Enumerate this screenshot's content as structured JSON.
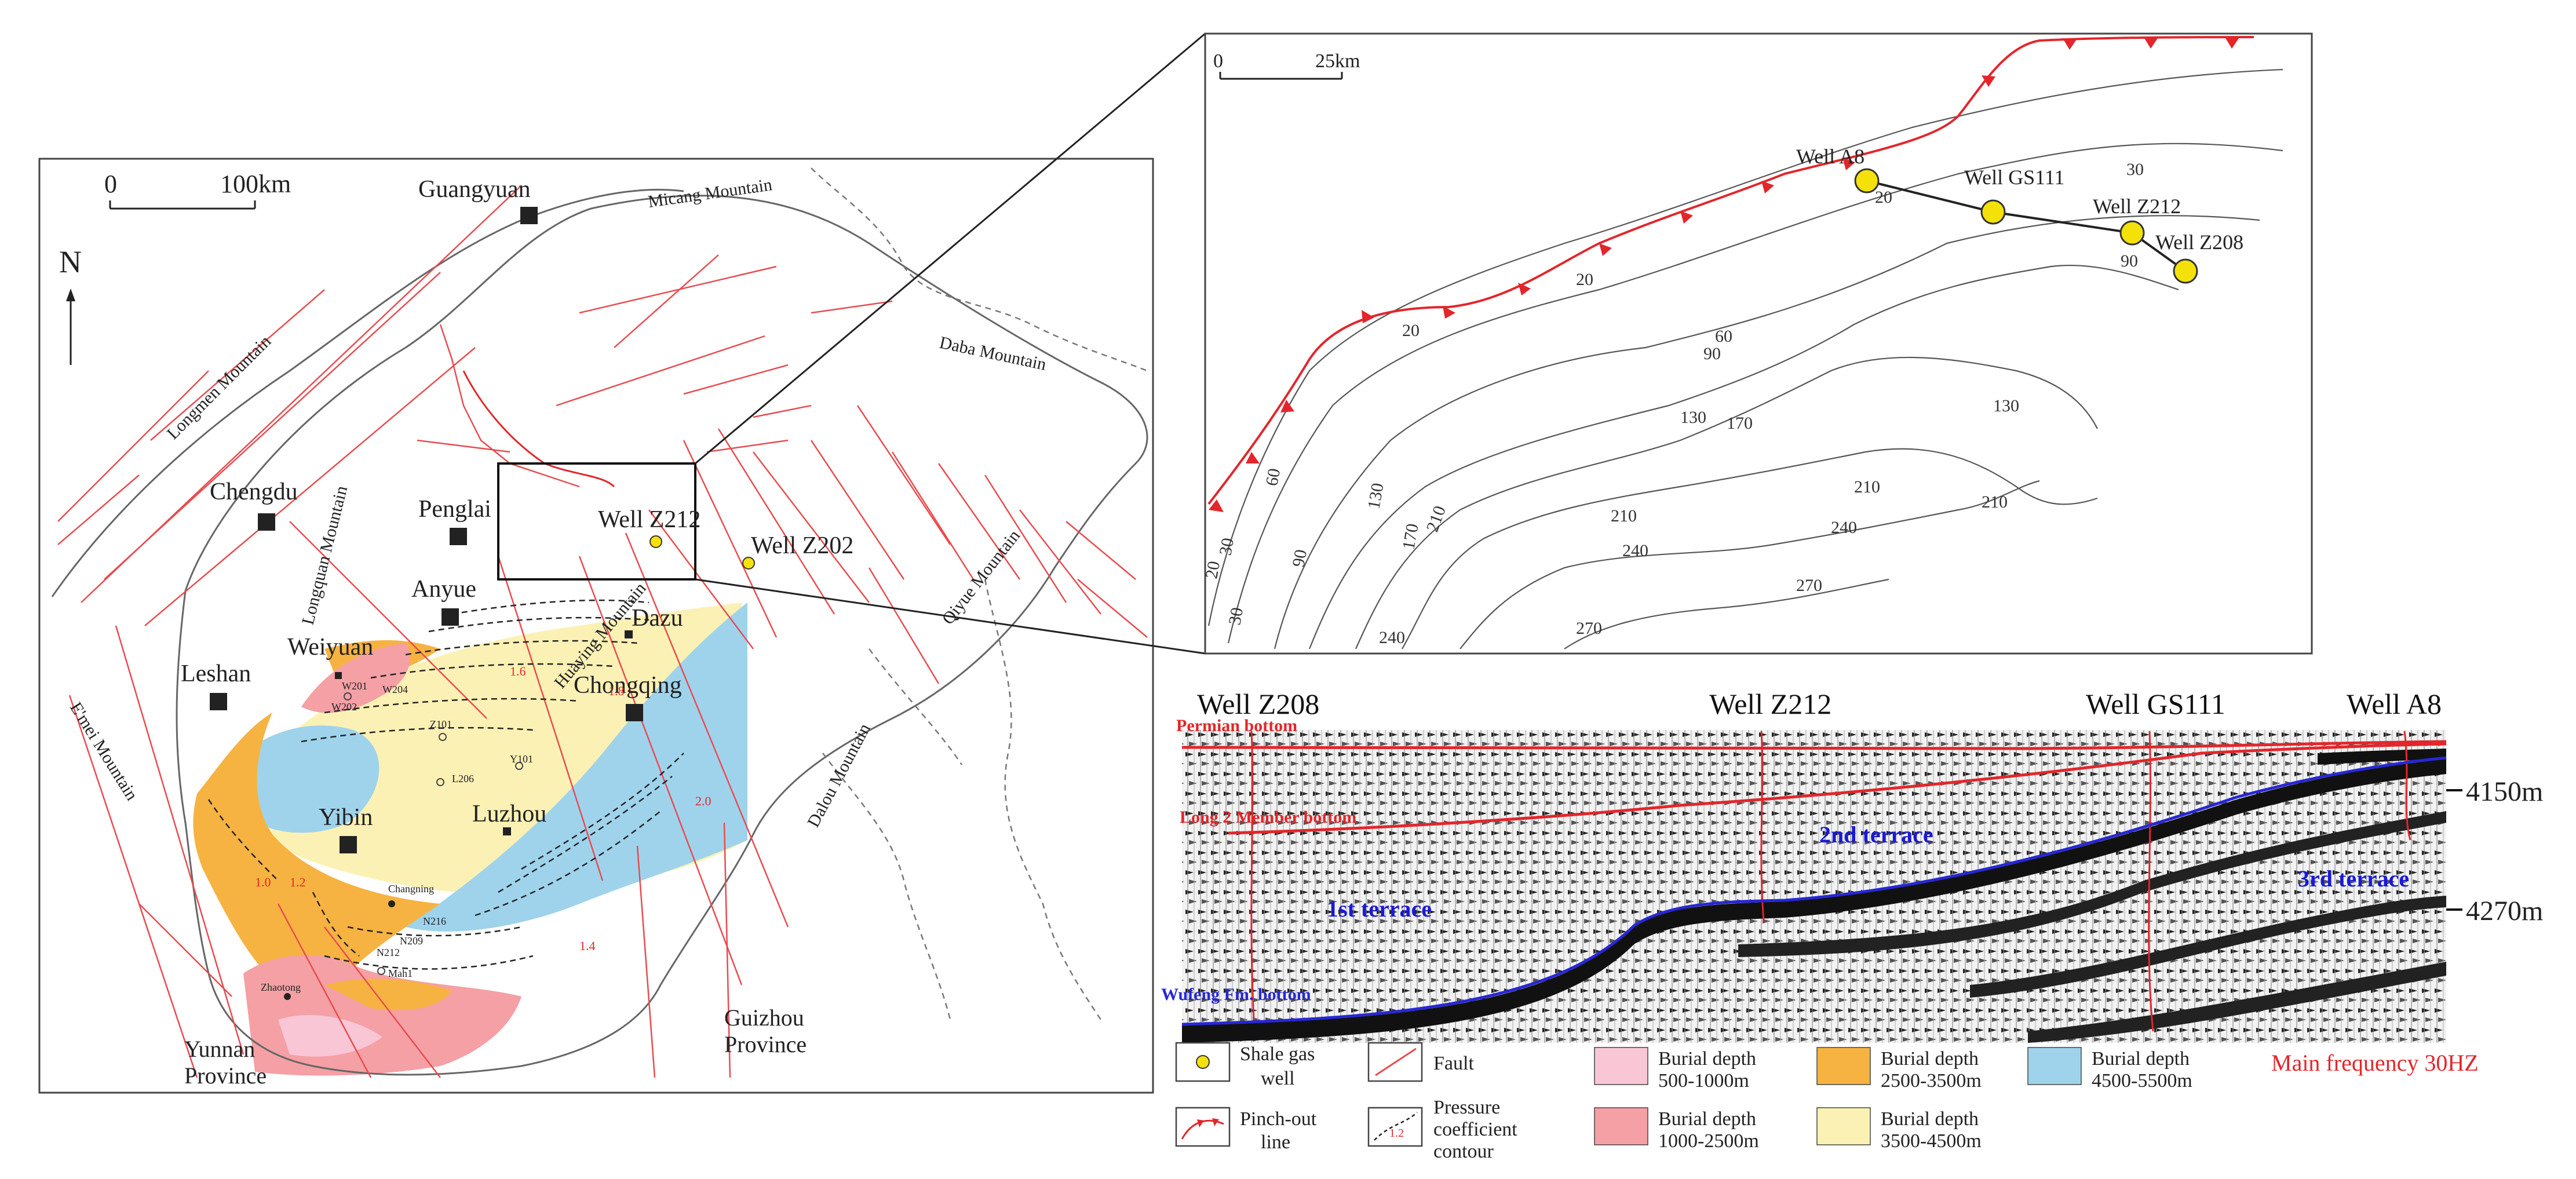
{
  "regional_map": {
    "scale_bar": {
      "start": "0",
      "end": "100km"
    },
    "north_label": "N",
    "cities": [
      {
        "name": "Guangyuan"
      },
      {
        "name": "Chengdu"
      },
      {
        "name": "Penglai"
      },
      {
        "name": "Anyue"
      },
      {
        "name": "Leshan"
      },
      {
        "name": "Weiyuan"
      },
      {
        "name": "Dazu"
      },
      {
        "name": "Chongqing"
      },
      {
        "name": "Luzhou"
      },
      {
        "name": "Yibin"
      }
    ],
    "wells": [
      "Well Z212",
      "Well Z202"
    ],
    "mountains": [
      "Micang Mountain",
      "Daba Mountain",
      "Longmen Mountain",
      "Longquan Mountain",
      "Huaying Mountain",
      "Qiyue Mountain",
      "E'mei Mountain",
      "Dalou Mountain"
    ],
    "provinces": [
      {
        "line1": "Yunnan",
        "line2": "Province"
      },
      {
        "line1": "Guizhou",
        "line2": "Province"
      }
    ],
    "small_well_labels": [
      "W201",
      "W204",
      "W202",
      "Z101",
      "L206",
      "Y101",
      "Changning",
      "N216",
      "N209",
      "N212",
      "Mah1",
      "Zhaotong"
    ],
    "pressure_values": [
      "1.6",
      "1.8",
      "2.0",
      "1.4",
      "1.2",
      "1.0"
    ]
  },
  "inset_map": {
    "scale_bar": {
      "start": "0",
      "end": "25km"
    },
    "wells": [
      "Well A8",
      "Well GS111",
      "Well Z212",
      "Well Z208"
    ],
    "contour_labels": [
      "30",
      "20",
      "20",
      "20",
      "60",
      "90",
      "130",
      "170",
      "130",
      "210",
      "240",
      "270",
      "210",
      "210",
      "240",
      "270",
      "30",
      "90",
      "60",
      "90",
      "130",
      "170",
      "210",
      "20",
      "30",
      "240"
    ]
  },
  "seismic_section": {
    "well_headers": [
      "Well Z208",
      "Well Z212",
      "Well GS111",
      "Well A8"
    ],
    "horizons": [
      "Permian bottom",
      "Long 2 Member bottom",
      "Wufeng Fm. bottom"
    ],
    "terraces": [
      "1st terrace",
      "2nd terrace",
      "3rd terrace"
    ],
    "depth_markers": [
      "4150m",
      "4270m"
    ],
    "frequency_note": "Main frequency 30HZ"
  },
  "legend": [
    {
      "key": "shale-gas-well",
      "line1": "Shale gas",
      "line2": "well"
    },
    {
      "key": "fault",
      "line1": "Fault",
      "line2": ""
    },
    {
      "key": "burial-500-1000",
      "line1": "Burial depth",
      "line2": "500-1000m",
      "color": "#f9c6d6"
    },
    {
      "key": "burial-2500-3500",
      "line1": "Burial depth",
      "line2": "2500-3500m",
      "color": "#f6b342"
    },
    {
      "key": "burial-4500-5500",
      "line1": "Burial depth",
      "line2": "4500-5500m",
      "color": "#9fd3ec"
    },
    {
      "key": "pinch-out-line",
      "line1": "Pinch-out",
      "line2": "line"
    },
    {
      "key": "pressure-contour",
      "line1": "Pressure",
      "line2": "coefficient",
      "line3": "contour",
      "sample": "1.2"
    },
    {
      "key": "burial-1000-2500",
      "line1": "Burial depth",
      "line2": "1000-2500m",
      "color": "#f4a0a5"
    },
    {
      "key": "burial-3500-4500",
      "line1": "Burial depth",
      "line2": "3500-4500m",
      "color": "#fcf1b4"
    }
  ]
}
